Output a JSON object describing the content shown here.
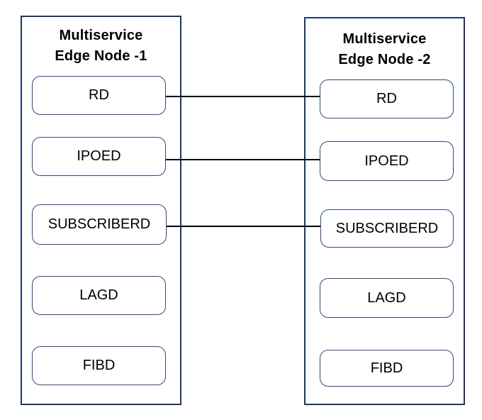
{
  "diagram": {
    "type": "component-diagram",
    "background": "#ffffff",
    "colors": {
      "node_border": "#1f3864",
      "module_border": "#2f4a7a",
      "connector": "#000000",
      "text": "#000000"
    },
    "nodes": [
      {
        "title": "Multiservice Edge Node -1",
        "title_lines": [
          "Multiservice",
          "Edge Node -1"
        ],
        "modules": [
          "RD",
          "IPOED",
          "SUBSCRIBERD",
          "LAGD",
          "FIBD"
        ]
      },
      {
        "title": "Multiservice Edge Node -2",
        "title_lines": [
          "Multiservice",
          "Edge Node -2"
        ],
        "modules": [
          "RD",
          "IPOED",
          "SUBSCRIBERD",
          "LAGD",
          "FIBD"
        ]
      }
    ],
    "connections": [
      {
        "module": "RD",
        "from": "Multiservice Edge Node -1",
        "to": "Multiservice Edge Node -2",
        "style": "plain-line"
      },
      {
        "module": "IPOED",
        "from": "Multiservice Edge Node -1",
        "to": "Multiservice Edge Node -2",
        "style": "plain-line"
      },
      {
        "module": "SUBSCRIBERD",
        "from": "Multiservice Edge Node -1",
        "to": "Multiservice Edge Node -2",
        "style": "plain-line"
      }
    ]
  }
}
